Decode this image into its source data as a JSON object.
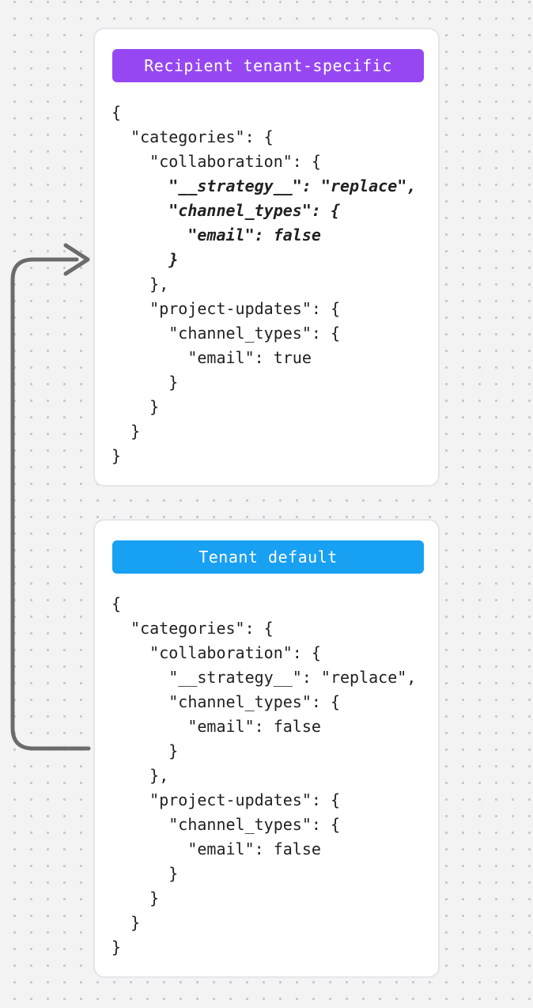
{
  "arrow": {
    "color": "#6b6b6b"
  },
  "cards": [
    {
      "badge": {
        "label": "Recipient tenant-specific",
        "color": "#9647f2"
      },
      "code_lines": [
        {
          "text": "{"
        },
        {
          "text": "  \"categories\": {"
        },
        {
          "text": "    \"collaboration\": {"
        },
        {
          "text": "      \"__strategy__\": \"replace\",",
          "class": "em"
        },
        {
          "text": "      \"channel_types\": {",
          "class": "em"
        },
        {
          "text": "        \"email\": false",
          "class": "em"
        },
        {
          "text": "      }",
          "class": "em"
        },
        {
          "text": "    },"
        },
        {
          "text": "    \"project-updates\": {"
        },
        {
          "text": "      \"channel_types\": {"
        },
        {
          "text": "        \"email\": true"
        },
        {
          "text": "      }"
        },
        {
          "text": "    }"
        },
        {
          "text": "  }"
        },
        {
          "text": "}"
        }
      ]
    },
    {
      "badge": {
        "label": "Tenant default",
        "color": "#18a0f2"
      },
      "code_lines": [
        {
          "text": "{"
        },
        {
          "text": "  \"categories\": {"
        },
        {
          "text": "    \"collaboration\": {"
        },
        {
          "text": "      \"__strategy__\": \"replace\","
        },
        {
          "text": "      \"channel_types\": {"
        },
        {
          "text": "        \"email\": false"
        },
        {
          "text": "      }"
        },
        {
          "text": "    },"
        },
        {
          "text": "    \"project-updates\": {"
        },
        {
          "text": "      \"channel_types\": {"
        },
        {
          "text": "        \"email\": false"
        },
        {
          "text": "      }"
        },
        {
          "text": "    }"
        },
        {
          "text": "  }"
        },
        {
          "text": "}"
        }
      ]
    }
  ]
}
